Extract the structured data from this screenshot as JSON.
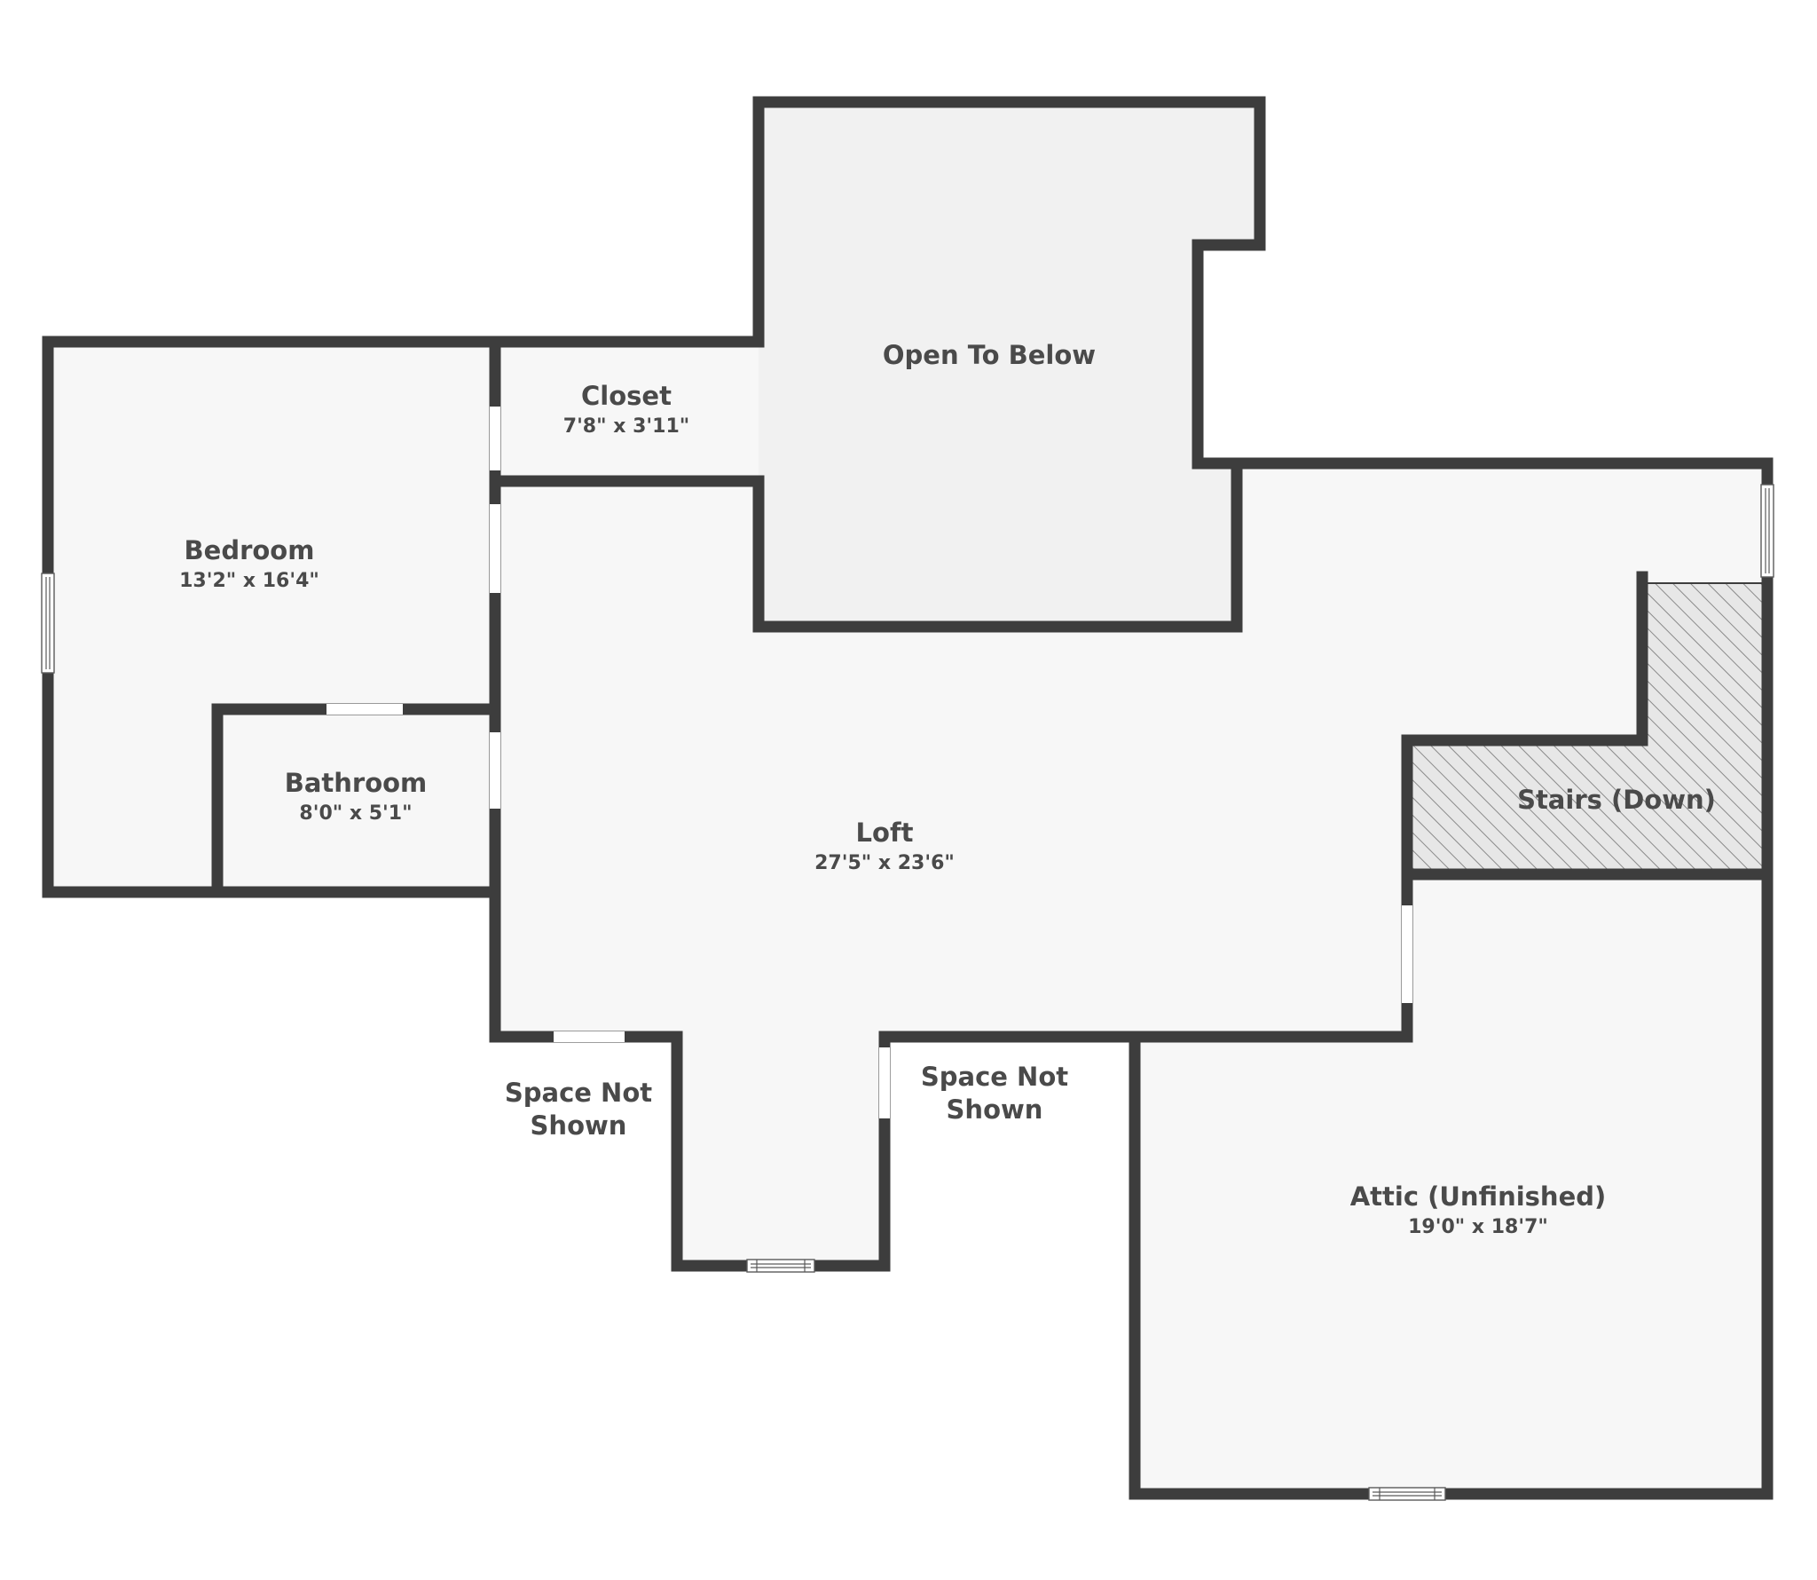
{
  "rooms": {
    "open_to_below": {
      "name": "Open To Below"
    },
    "closet": {
      "name": "Closet",
      "dims": "7'8\" x 3'11\""
    },
    "bedroom": {
      "name": "Bedroom",
      "dims": "13'2\" x 16'4\""
    },
    "bathroom": {
      "name": "Bathroom",
      "dims": "8'0\" x 5'1\""
    },
    "loft": {
      "name": "Loft",
      "dims": "27'5\" x 23'6\""
    },
    "stairs": {
      "name": "Stairs (Down)"
    },
    "space_not_shown_left": {
      "line1": "Space Not",
      "line2": "Shown"
    },
    "space_not_shown_right": {
      "line1": "Space Not",
      "line2": "Shown"
    },
    "attic": {
      "name": "Attic (Unfinished)",
      "dims": "19'0\" x 18'7\""
    }
  },
  "colors": {
    "wall": "#3d3d3d",
    "room_fill": "#f7f7f7",
    "open_to_below_fill": "#f1f1f1",
    "label": "#4a4a4a",
    "stair_hatch": "#8a8a8a"
  }
}
